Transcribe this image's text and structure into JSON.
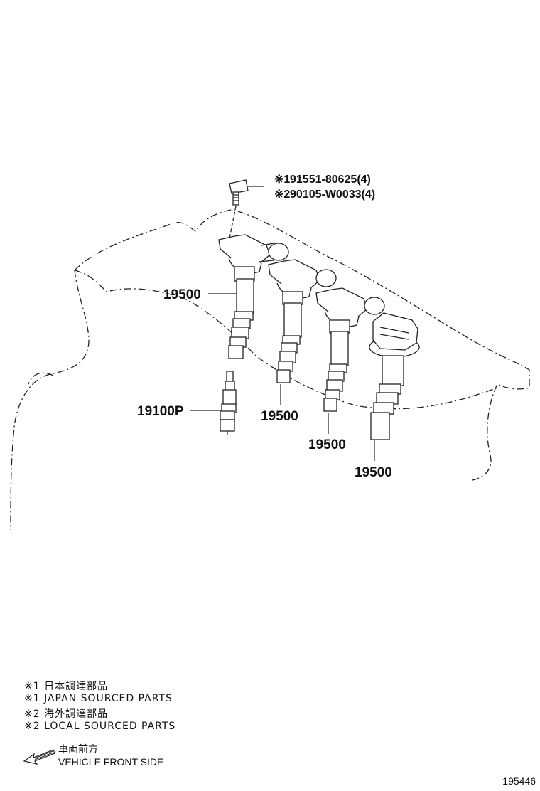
{
  "parts": {
    "bolt": {
      "line1_mark": "※1",
      "line1_number": "91551-80625(4)",
      "line2_mark": "※2",
      "line2_number": "90105-W0033(4)"
    },
    "coil_labels": [
      "19500",
      "19500",
      "19500",
      "19500"
    ],
    "spark_plug": "19100P"
  },
  "notes": [
    "※1 日本調達部品",
    "※1 JAPAN SOURCED PARTS",
    "※2 海外調達部品",
    "※2 LOCAL SOURCED PARTS"
  ],
  "direction": {
    "jp": "車両前方",
    "en": "VEHICLE FRONT SIDE"
  },
  "diagram_id": "195446"
}
